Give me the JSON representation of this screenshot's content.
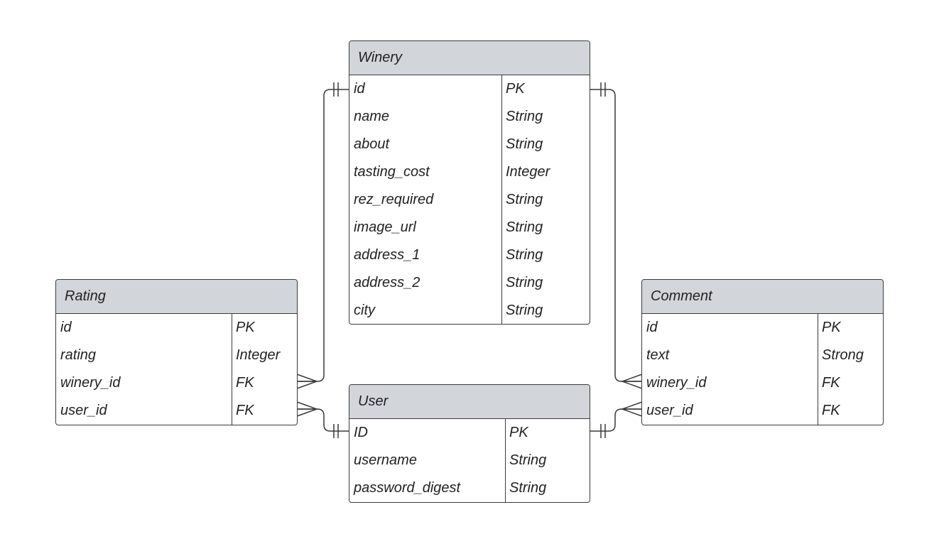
{
  "entities": {
    "winery": {
      "title": "Winery",
      "fields": [
        {
          "name": "id",
          "type": "PK"
        },
        {
          "name": "name",
          "type": "String"
        },
        {
          "name": "about",
          "type": "String"
        },
        {
          "name": "tasting_cost",
          "type": "Integer"
        },
        {
          "name": "rez_required",
          "type": "String"
        },
        {
          "name": "image_url",
          "type": "String"
        },
        {
          "name": "address_1",
          "type": "String"
        },
        {
          "name": "address_2",
          "type": "String"
        },
        {
          "name": "city",
          "type": "String"
        }
      ]
    },
    "rating": {
      "title": "Rating",
      "fields": [
        {
          "name": "id",
          "type": "PK"
        },
        {
          "name": "rating",
          "type": "Integer"
        },
        {
          "name": "winery_id",
          "type": "FK"
        },
        {
          "name": "user_id",
          "type": "FK"
        }
      ]
    },
    "user": {
      "title": "User",
      "fields": [
        {
          "name": "ID",
          "type": "PK"
        },
        {
          "name": "username",
          "type": "String"
        },
        {
          "name": "password_digest",
          "type": "String"
        }
      ]
    },
    "comment": {
      "title": "Comment",
      "fields": [
        {
          "name": "id",
          "type": "PK"
        },
        {
          "name": "text",
          "type": "Strong"
        },
        {
          "name": "winery_id",
          "type": "FK"
        },
        {
          "name": "user_id",
          "type": "FK"
        }
      ]
    }
  },
  "relationships": [
    {
      "from": "winery.id",
      "to": "rating.winery_id",
      "cardinality": "one-to-many"
    },
    {
      "from": "user.ID",
      "to": "rating.user_id",
      "cardinality": "one-to-many"
    },
    {
      "from": "winery.id",
      "to": "comment.winery_id",
      "cardinality": "one-to-many"
    },
    {
      "from": "user.ID",
      "to": "comment.user_id",
      "cardinality": "one-to-many"
    }
  ],
  "colors": {
    "header": "#d2d5da",
    "line": "#3a3a3a"
  }
}
